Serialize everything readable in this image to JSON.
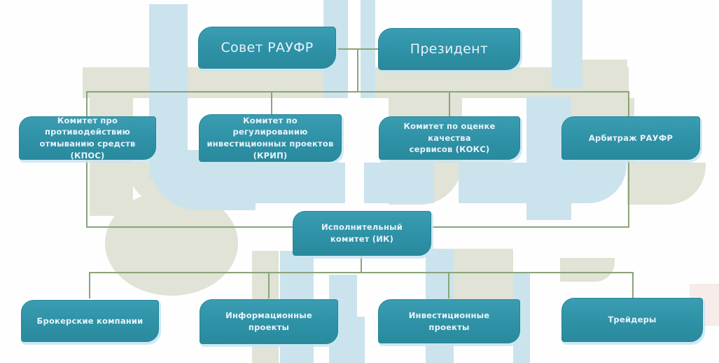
{
  "org": {
    "top_row": [
      {
        "id": "council",
        "label": "Совет РАУФР"
      },
      {
        "id": "president",
        "label": "Президент"
      }
    ],
    "committee_row": [
      {
        "id": "kpos",
        "label": "Комитет про противодействию\nотмыванию средств (КПОС)"
      },
      {
        "id": "krip",
        "label": "Комитет по регулированию\nинвестиционных проектов\n(КРИП)"
      },
      {
        "id": "koks",
        "label": "Комитет по оценке качества\nсервисов (КОКС)"
      },
      {
        "id": "arbitration",
        "label": "Арбитраж РАУФР"
      }
    ],
    "executive": {
      "id": "executive_committee",
      "label": "Исполнительный\nкомитет (ИК)"
    },
    "bottom_row": [
      {
        "id": "brokers",
        "label": "Брокерские компании"
      },
      {
        "id": "info",
        "label": "Информационные\nпроекты"
      },
      {
        "id": "invest",
        "label": "Инвестиционные\nпроекты"
      },
      {
        "id": "traders",
        "label": "Трейдеры"
      }
    ]
  },
  "colors": {
    "node_fill": "#2e91a5",
    "node_fill_light": "#3a9db1",
    "node_border": "#27859a",
    "node_text": "#e9f3fa",
    "connector": "#8aa478",
    "watermark_blue": "#cbe3ed",
    "watermark_sage": "#e0e3d5",
    "background": "#fefefe"
  }
}
